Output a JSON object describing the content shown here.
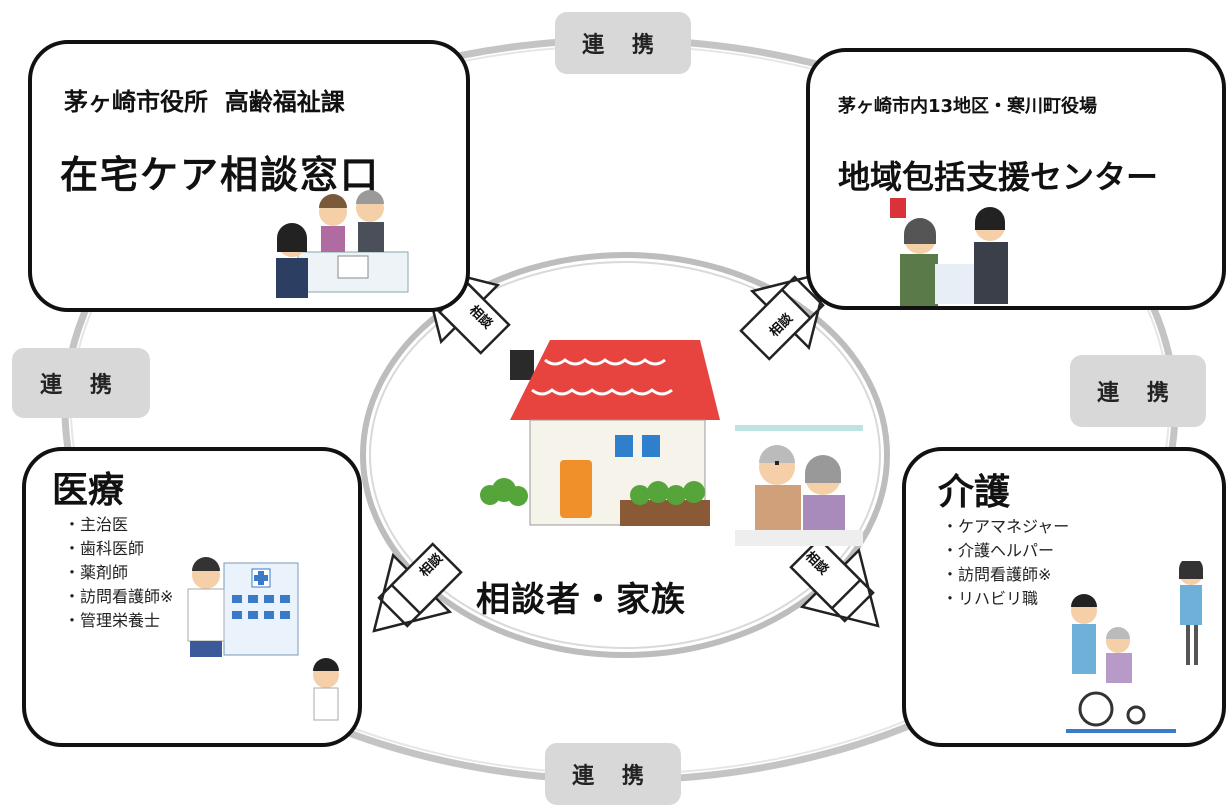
{
  "links": {
    "top": "連 携",
    "left": "連 携",
    "right": "連 携",
    "bottom": "連 携"
  },
  "arrow_label": "相談",
  "center": {
    "label": "相談者・家族"
  },
  "top_left": {
    "org": "茅ヶ崎市役所  高齢福祉課",
    "title": "在宅ケア相談窓口"
  },
  "top_right": {
    "org": "茅ヶ崎市内13地区・寒川町役場",
    "title": "地域包括支援センター"
  },
  "bottom_left": {
    "title": "医療",
    "items": [
      "主治医",
      "歯科医師",
      "薬剤師",
      "訪問看護師※",
      "管理栄養士"
    ]
  },
  "bottom_right": {
    "title": "介護",
    "items": [
      "ケアマネジャー",
      "介護ヘルパー",
      "訪問看護師※",
      "リハビリ職"
    ]
  },
  "colors": {
    "roof": "#e8443f",
    "wall": "#f6f3ea",
    "door": "#f0902a",
    "window": "#2f7fcc",
    "ring": "#bdbdbd",
    "tag_bg": "#d8d8d8"
  }
}
